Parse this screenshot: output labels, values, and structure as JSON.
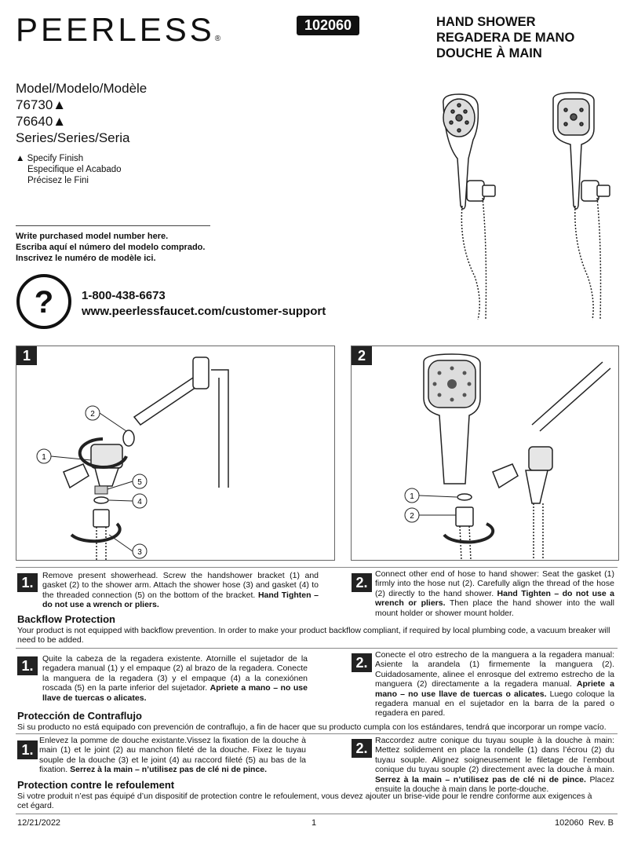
{
  "header": {
    "brand": "PEERLESS",
    "brand_mark": "®",
    "part_number": "102060",
    "title_lines": [
      "HAND SHOWER",
      "REGADERA DE MANO",
      "DOUCHE À MAIN"
    ]
  },
  "models": {
    "label": "Model/Modelo/Modèle",
    "model_a": "76730▲",
    "model_b": "76640▲",
    "series": "Series/Series/Seria"
  },
  "finish": {
    "line1": "▲ Specify Finish",
    "line2": "Especifique el Acabado",
    "line3": "Précisez le Fini"
  },
  "write_model": {
    "en": "Write purchased model number here.",
    "es": "Escriba aquí el número del modelo comprado.",
    "fr": "Inscrivez le numéro de modèle ici."
  },
  "support": {
    "icon_glyph": "?",
    "phone": "1-800-438-6673",
    "url": "www.peerlessfaucet.com/customer-support"
  },
  "panels": {
    "panel1_num": "1",
    "panel2_num": "2",
    "p1_callouts": [
      "1",
      "2",
      "3",
      "4",
      "5"
    ],
    "p2_callouts": [
      "1",
      "2"
    ]
  },
  "english": {
    "step1_num": "1.",
    "step1_text": "Remove present showerhead. Screw the handshower bracket (1) and gasket (2) to the shower arm. Attach the shower hose (3) and gasket (4) to the threaded connection (5) on the bottom of the bracket. ",
    "step1_bold": "Hand Tighten – do not use a wrench or pliers.",
    "step2_num": "2.",
    "step2_text": "Connect other end of hose to hand shower: Seat the gasket (1) firmly into the hose nut (2). Carefully align the thread of the hose (2) directly to the hand shower. ",
    "step2_bold": "Hand Tighten – do not use a wrench or pliers.",
    "step2_tail": " Then place the hand shower into the wall mount holder or shower mount holder.",
    "bf_head": "Backflow Protection",
    "bf_text": "Your product is not equipped with backflow prevention. In order to make your product backflow compliant, if required by local plumbing code, a vacuum breaker will need to be added."
  },
  "spanish": {
    "step1_num": "1.",
    "step1_text": "Quite la cabeza de la regadera existente. Atornille el sujetador de la regadera manual (1) y el empaque (2) al brazo de la regadera. Conecte la manguera de la regadera (3) y el empaque (4) a la conexiónen roscada (5) en la parte inferior del sujetador. ",
    "step1_bold": "Apriete a mano – no use llave de tuercas o alicates.",
    "step2_num": "2.",
    "step2_text": "Conecte el otro estrecho de la manguera a la regadera manual: Asiente la arandela (1) firmemente la manguera (2). Cuidadosamente, alinee el enrosque del extremo estrecho de la manguera (2) directamente a la regadera manual. ",
    "step2_bold": "Apriete a mano – no use llave de tuercas o alicates.",
    "step2_tail": " Luego coloque la regadera manual en el sujetador en la barra de la pared o regadera en pared.",
    "bf_head": "Protección de Contraflujo",
    "bf_text": "Si su producto no está equipado con prevención de contraflujo, a fin de hacer que su producto cumpla con los estándares, tendrá que incorporar un rompe vacío."
  },
  "french": {
    "step1_num": "1.",
    "step1_text": "Enlevez la pomme de douche existante.Vissez la fixation de la douche à main (1) et le joint (2) au manchon fileté de la douche. Fixez le tuyau souple de la douche (3) et le joint (4) au raccord fileté (5) au bas de la fixation. ",
    "step1_bold": "Serrez à la main – n’utilisez pas de clé ni de pince.",
    "step2_num": "2.",
    "step2_text": "Raccordez autre conique du tuyau souple à la douche à main: Mettez solidement en place la rondelle (1) dans l’écrou (2) du tuyau souple. Alignez soigneusement le filetage de l’embout conique du tuyau souple (2) directement avec la douche à main. ",
    "step2_bold": "Serrez à la main – n’utilisez pas de clé ni de pince.",
    "step2_tail": " Placez ensuite la douche à main dans le porte-douche.",
    "bf_head": "Protection contre le refoulement",
    "bf_text": "Si votre produit n’est pas équipé d’un dispositif de protection contre le refoulement, vous devez ajouter un brise-vide pour le rendre conforme aux exigences à cet égard."
  },
  "footer": {
    "date": "12/21/2022",
    "page": "1",
    "doc": "102060  Rev. B"
  }
}
